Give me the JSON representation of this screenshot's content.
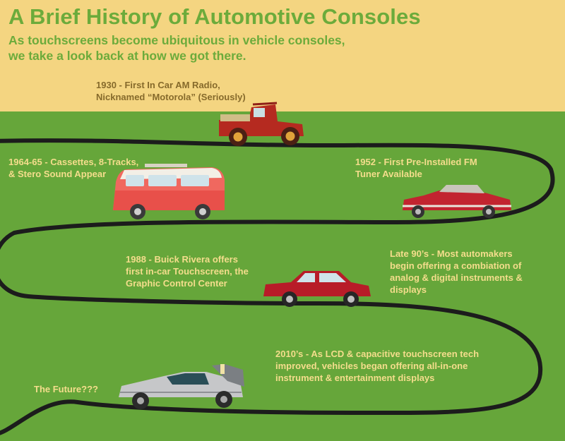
{
  "header": {
    "title": "A Brief History of Automotive Consoles",
    "subtitle_lines": [
      "As touchscreens become ubiquitous in vehicle consoles,",
      "we take a look back at how we got there."
    ]
  },
  "milestones": [
    {
      "lines": [
        "1930 - First In Car AM Radio,",
        "Nicknamed “Motorola” (Seriously)"
      ],
      "vehicle": "vintage-pickup-truck"
    },
    {
      "lines": [
        "1952 - First Pre-Installed FM",
        "Tuner Available"
      ],
      "vehicle": "1950s-convertible"
    },
    {
      "lines": [
        "1964-65 - Cassettes, 8-Tracks,",
        "& Stero Sound Appear"
      ],
      "vehicle": "vw-camper-van"
    },
    {
      "lines": [
        "1988 - Buick Rivera offers",
        "first in-car Touchscreen, the",
        "Graphic Control Center"
      ],
      "vehicle": "sedan-buick"
    },
    {
      "lines": [
        "Late 90’s - Most automakers",
        "begin offering a combiation of",
        "analog & digital instruments &",
        "displays"
      ],
      "vehicle": ""
    },
    {
      "lines": [
        "2010’s - As LCD & capacitive touchscreen tech",
        "improved, vehicles began offering all-in-one",
        "instrument & entertainment displays"
      ],
      "vehicle": ""
    },
    {
      "lines": [
        "The Future???"
      ],
      "vehicle": "delorean-time-machine"
    }
  ],
  "colors": {
    "sky": "#f4d581",
    "grass": "#66a63a",
    "road": "#1c1c1c",
    "title": "#6cab3b",
    "label_dark": "#866a2b",
    "label_light": "#f4dd8c"
  }
}
